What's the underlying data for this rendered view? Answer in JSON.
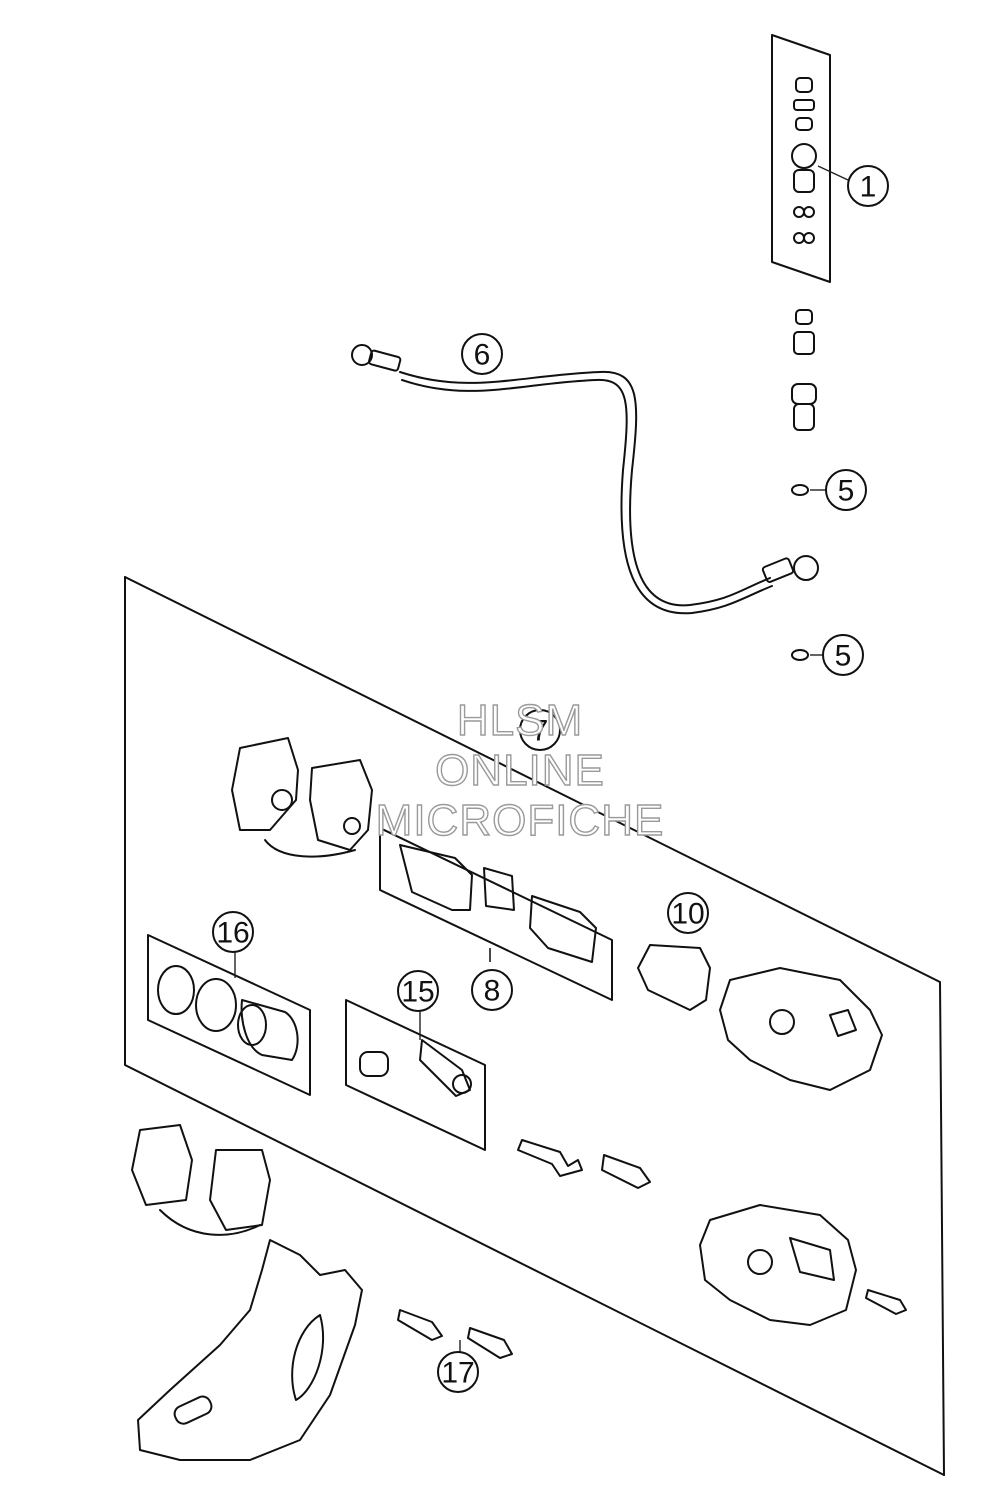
{
  "callouts": [
    {
      "id": "c1",
      "label": "1"
    },
    {
      "id": "c6",
      "label": "6"
    },
    {
      "id": "c5a",
      "label": "5"
    },
    {
      "id": "c5b",
      "label": "5"
    },
    {
      "id": "c7",
      "label": "7"
    },
    {
      "id": "c10",
      "label": "10"
    },
    {
      "id": "c16",
      "label": "16"
    },
    {
      "id": "c15",
      "label": "15"
    },
    {
      "id": "c8",
      "label": "8"
    },
    {
      "id": "c17",
      "label": "17"
    }
  ],
  "watermark": {
    "line1": "HLSM",
    "line2": "ONLINE",
    "line3": "MICROFICHE"
  }
}
